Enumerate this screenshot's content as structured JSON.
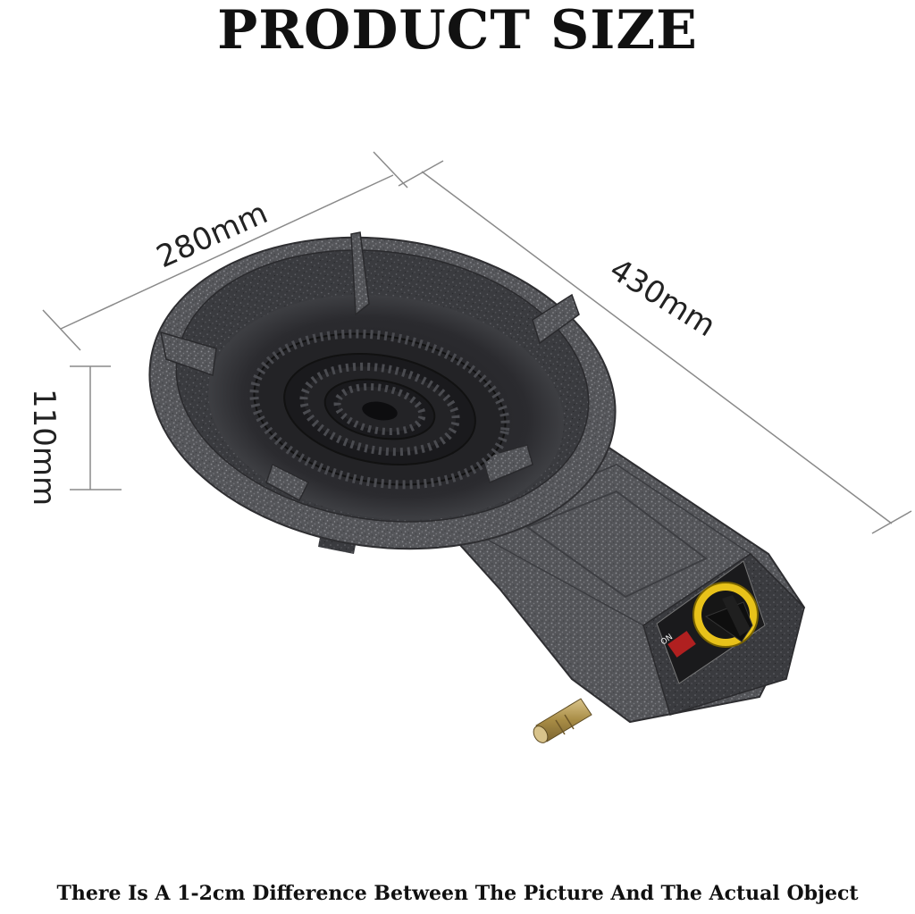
{
  "title": "PRODUCT SIZE",
  "dimensions": {
    "width": "280mm",
    "length": "430mm",
    "height": "110mm"
  },
  "knob_markings": "ON",
  "footnote": "There Is A 1-2cm Difference Between The Picture And The Actual Object",
  "colors": {
    "background": "#ffffff",
    "text": "#111111",
    "cast_iron": "#5a5a5e",
    "cast_iron_dark": "#2e2e31",
    "knob_ring": "#e8c21a",
    "knob": "#111111",
    "dimension_line": "#8a8a8a"
  }
}
